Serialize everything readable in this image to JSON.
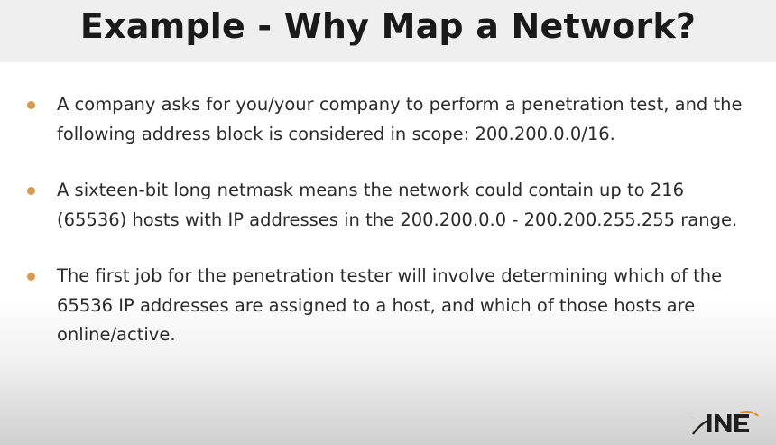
{
  "slide": {
    "title": "Example - Why Map a Network?",
    "bullets": [
      "A company asks for you/your company to perform a penetration test, and the following address block is considered in scope: 200.200.0.0/16.",
      "A sixteen-bit long netmask means the network could contain up to 216 (65536) hosts with IP addresses in the 200.200.0.0 - 200.200.255.255 range.",
      "The first job for the penetration tester will involve determining which of the 65536 IP addresses are assigned to a host, and which of those hosts are online/active."
    ],
    "bullet_color": "#d99a4e"
  },
  "logo": {
    "text": "INE",
    "icon": "ine-logo-icon",
    "accent_color": "#e2892b"
  }
}
